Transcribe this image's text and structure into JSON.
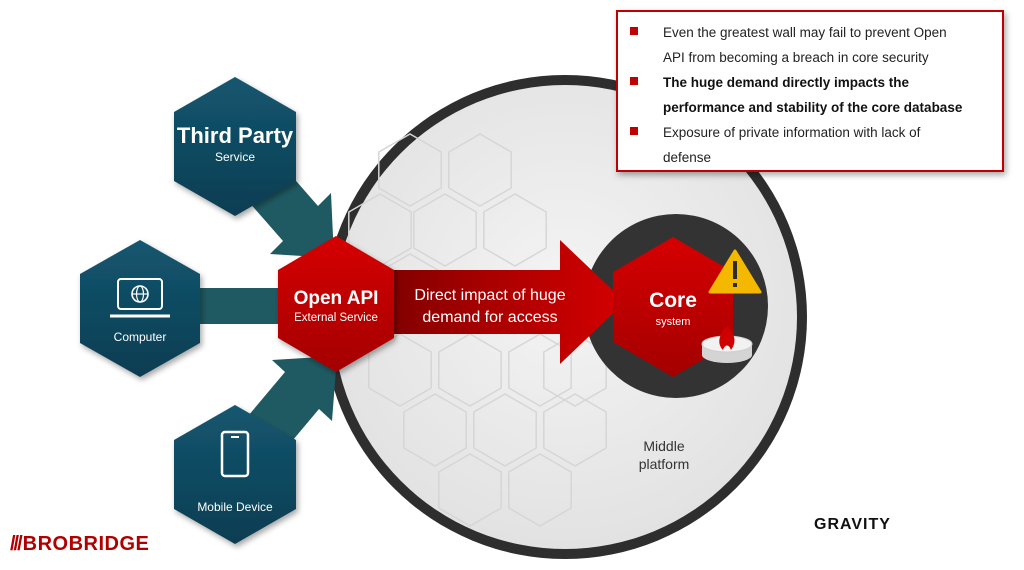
{
  "bullets": [
    "Even the greatest wall may fail to prevent Open",
    "API from becoming a breach in core security",
    "The huge demand directly impacts the",
    "performance and stability of the core database",
    "Exposure of private information with lack of",
    "defense"
  ],
  "nodes": {
    "third_party": {
      "title": "Third Party",
      "subtitle": "Service"
    },
    "computer": {
      "label": "Computer"
    },
    "mobile": {
      "label": "Mobile Device"
    },
    "open_api": {
      "title": "Open API",
      "subtitle": "External Service"
    },
    "core": {
      "title": "Core",
      "subtitle": "system"
    }
  },
  "arrow_text": [
    "Direct impact of huge",
    "demand for access"
  ],
  "middle_platform": [
    "Middle",
    "platform"
  ],
  "brands": {
    "left": "BROBRIDGE",
    "right": "GRAVITY"
  },
  "icons": [
    "monitor-globe-icon",
    "smartphone-icon",
    "warning-icon",
    "database-fire-icon"
  ],
  "colors": {
    "accent_red": "#c00000",
    "teal_hex": "#0f4c66",
    "teal_arrow": "#1f5a63",
    "dark_ring": "#303030",
    "platform_gray": "#ebebeb",
    "warning_yellow": "#f5b800"
  }
}
